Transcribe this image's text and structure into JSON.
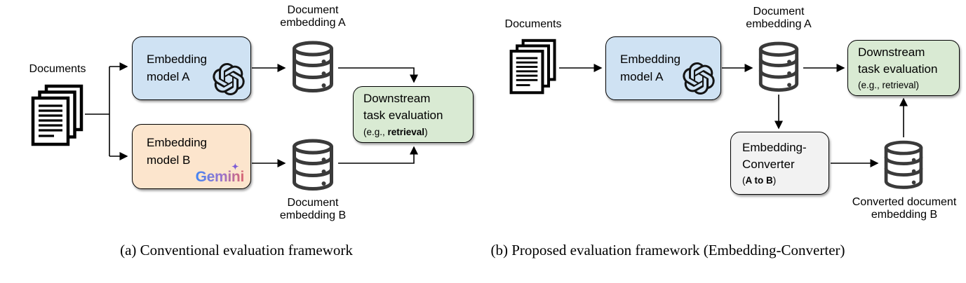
{
  "colors": {
    "model_a_fill": "#cfe2f3",
    "model_b_fill": "#fce5cd",
    "eval_fill": "#d9ead3",
    "converter_fill": "#f2f2f2",
    "outline": "#000000",
    "db_icon_stroke": "#3a3a3a",
    "gemini_gradient_start": "#4285f4",
    "gemini_gradient_mid": "#9b72cb",
    "gemini_gradient_end": "#d96570"
  },
  "panel_a": {
    "caption": "(a) Conventional evaluation framework",
    "documents_label": "Documents",
    "model_a_box": {
      "line1": "Embedding",
      "line2": "model A"
    },
    "model_b_box": {
      "line1": "Embedding",
      "line2": "model B"
    },
    "gemini_wordmark": "Gemini",
    "gemini_star": "✦",
    "embedding_a_label": {
      "line1": "Document",
      "line2": "embedding A"
    },
    "embedding_b_label": {
      "line1": "Document",
      "line2": "embedding B"
    },
    "eval_box": {
      "line1": "Downstream",
      "line2": "task evaluation",
      "sub_prefix": "(e.g., ",
      "sub_emph": "retrieval",
      "sub_suffix": ")"
    }
  },
  "panel_b": {
    "caption": "(b) Proposed evaluation framework (Embedding-Converter)",
    "documents_label": "Documents",
    "model_a_box": {
      "line1": "Embedding",
      "line2": "model A"
    },
    "embedding_a_label": {
      "line1": "Document",
      "line2": "embedding A"
    },
    "eval_box": {
      "line1": "Downstream",
      "line2": "task evaluation",
      "sub": "(e.g., retrieval)"
    },
    "converter_box": {
      "line1": "Embedding-",
      "line2": "Converter",
      "sub_prefix": "(",
      "sub_emph": "A to B",
      "sub_suffix": ")"
    },
    "converted_label": {
      "line1": "Converted document",
      "line2": "embedding B"
    }
  }
}
